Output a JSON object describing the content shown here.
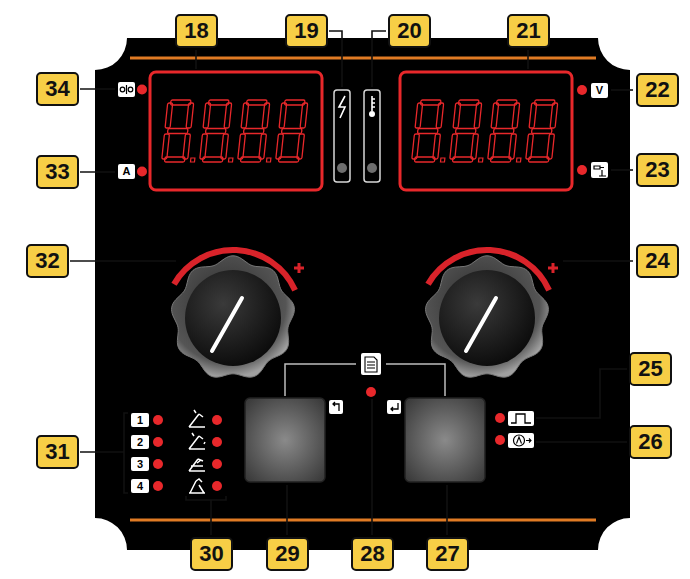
{
  "diagram": {
    "labels": [
      "18",
      "19",
      "20",
      "21",
      "34",
      "22",
      "33",
      "A",
      "V",
      "23",
      "32",
      "24",
      "1",
      "2",
      "3",
      "4",
      "31",
      "25",
      "26",
      "30",
      "29",
      "28",
      "27"
    ]
  }
}
